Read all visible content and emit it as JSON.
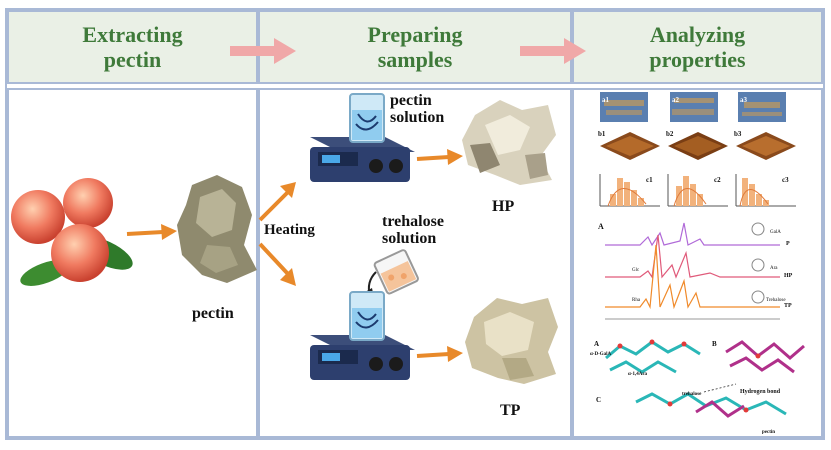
{
  "headers": {
    "extracting": "Extracting pectin",
    "preparing": "Preparing samples",
    "analyzing": "Analyzing properties"
  },
  "labels": {
    "pectin": "pectin",
    "heating": "Heating",
    "pectin_solution": "pectin solution",
    "trehalose_solution": "trehalose solution",
    "hp": "HP",
    "tp": "TP"
  },
  "analysis": {
    "afm_2d_tags": [
      "a1",
      "a2",
      "a3"
    ],
    "afm_3d_tags": [
      "b1",
      "b2",
      "b3"
    ],
    "hist_tags": [
      "c1",
      "c2",
      "c3"
    ],
    "nmr_tag": "A",
    "nmr_series": [
      "P",
      "HP",
      "TP"
    ],
    "nmr_legend": [
      "GalA",
      "Ara",
      "Glc",
      "Rha",
      "Trehalose"
    ],
    "md_tags": [
      "A",
      "B",
      "C"
    ],
    "md_labels": [
      "α-D-GalA",
      "α-1,4Ara",
      "trehalose",
      "Hydrogen bond",
      "pectin"
    ]
  },
  "colors": {
    "header_bg": "#eaf0e6",
    "header_text": "#3f7a3a",
    "border": "#a9b9d6",
    "orange_arrow": "#e8892a",
    "pink_arrow": "#f0a8a8"
  }
}
